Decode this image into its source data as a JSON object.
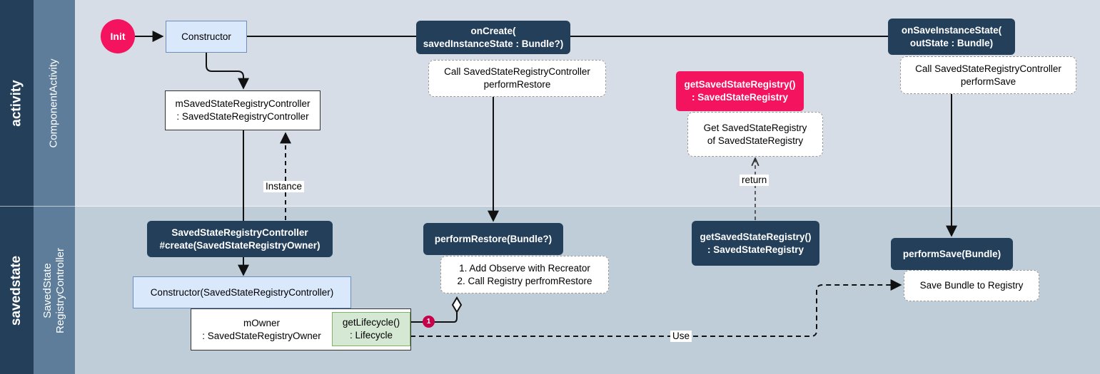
{
  "lanes": {
    "activity": {
      "title": "activity",
      "subtitle": "ComponentActivity"
    },
    "savedstate": {
      "title": "savedstate",
      "subtitle": "SavedState\nRegistryController"
    }
  },
  "nodes": {
    "init": "Init",
    "constructor": "Constructor",
    "on_create": "onCreate(\nsavedInstanceState : Bundle?)",
    "on_save_instance_state": "onSaveInstanceState(\noutState : Bundle)",
    "on_create_note": "Call SavedStateRegistryController\nperformRestore",
    "controller_field": "mSavedStateRegistryController\n: SavedStateRegistryController",
    "get_registry_activity": "getSavedStateRegistry()\n: SavedStateRegistry",
    "get_registry_note": "Get SavedStateRegistry\nof SavedStateRegistry",
    "on_save_note": "Call SavedStateRegistryController\nperformSave",
    "controller_create": "SavedStateRegistryController\n#create(SavedStateRegistryOwner)",
    "perform_restore": "performRestore(Bundle?)",
    "perform_restore_note": "1. Add Observe with Recreator\n2. Call Registry perfromRestore",
    "get_registry_controller": "getSavedStateRegistry()\n: SavedStateRegistry",
    "perform_save": "performSave(Bundle)",
    "perform_save_note": "Save Bundle to Registry",
    "controller_constructor": "Constructor(SavedStateRegistryController)",
    "owner_field": "mOwner\n: SavedStateRegistryOwner",
    "get_lifecycle": "getLifecycle()\n: Lifecycle",
    "badge": "1"
  },
  "edge_labels": {
    "instance": "Instance",
    "return": "return",
    "use": "Use"
  },
  "colors": {
    "lane_title": "#233f5a",
    "lane_subtitle": "#5d7d9a",
    "activity_lane": "#d6dde6",
    "savedstate_lane": "#bfcdd8",
    "accent_pink": "#f4135f",
    "dark_node": "#233f5a",
    "blue_fill": "#dae8fc",
    "green_fill": "#d5e8d4"
  }
}
